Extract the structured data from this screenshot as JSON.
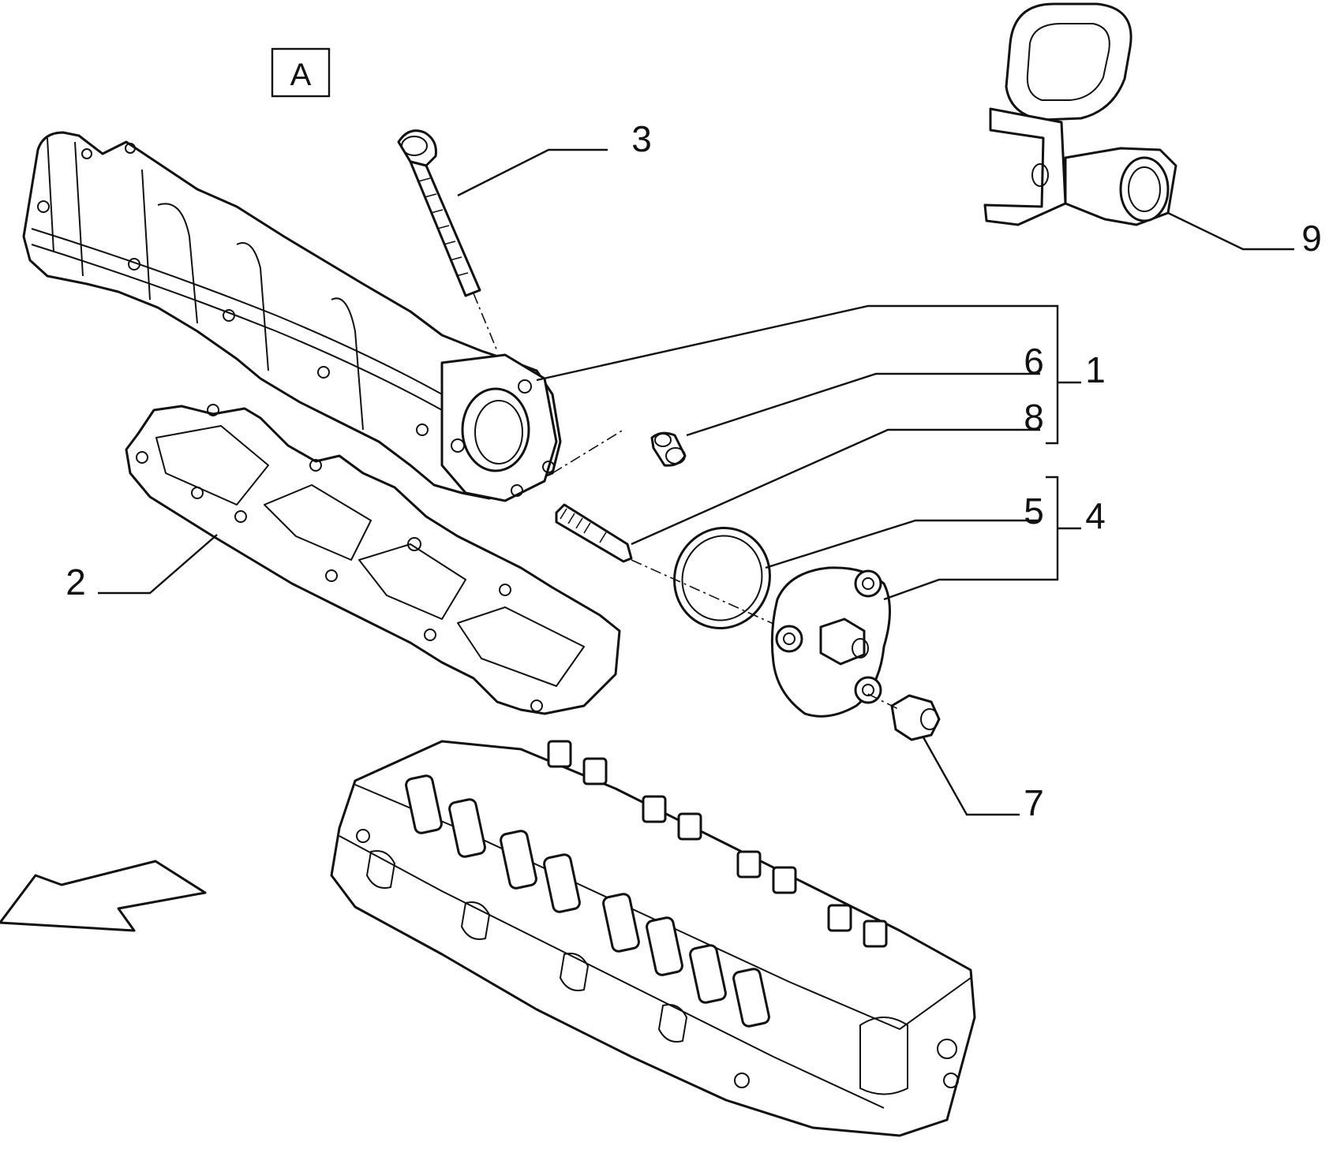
{
  "view_label": "A",
  "callouts": [
    {
      "id": "c1",
      "text": "1"
    },
    {
      "id": "c2",
      "text": "2"
    },
    {
      "id": "c3",
      "text": "3"
    },
    {
      "id": "c4",
      "text": "4"
    },
    {
      "id": "c5",
      "text": "5"
    },
    {
      "id": "c6",
      "text": "6"
    },
    {
      "id": "c7",
      "text": "7"
    },
    {
      "id": "c8",
      "text": "8"
    },
    {
      "id": "c9",
      "text": "9"
    }
  ]
}
